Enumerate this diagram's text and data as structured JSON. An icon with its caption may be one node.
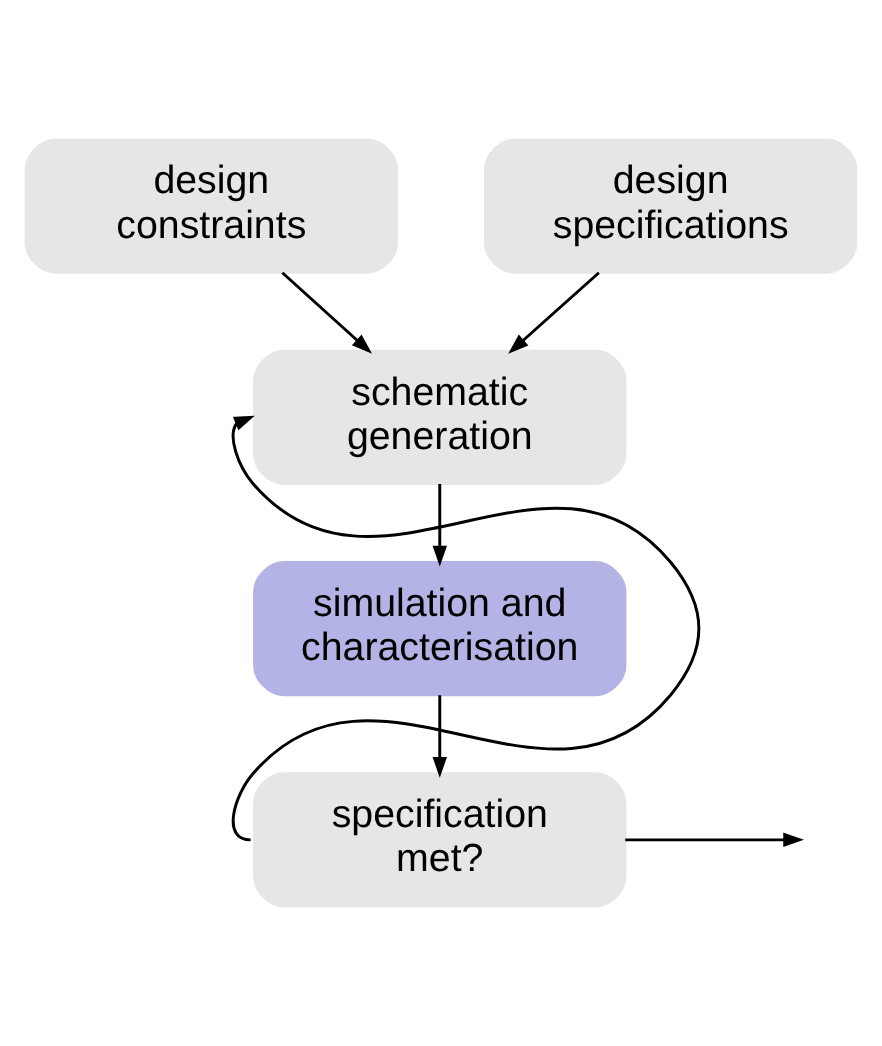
{
  "diagram": {
    "nodes": [
      {
        "text": [
          "design constraints"
        ]
      },
      {
        "text": [
          "design specifications"
        ]
      },
      {
        "text": [
          "schematic generation"
        ]
      },
      {
        "text": [
          "simulation and characterisation"
        ]
      },
      {
        "text": [
          "specification met?"
        ]
      }
    ],
    "edges": [
      {
        "from": 0,
        "to": 2,
        "arrow": "to"
      },
      {
        "from": 1,
        "to": 2,
        "arrow": "to"
      },
      {
        "from": 2,
        "to": 3,
        "arrow": "to"
      },
      {
        "from": 3,
        "to": 4,
        "arrow": "to"
      },
      {
        "from": 4,
        "to": 2,
        "arrow": "to"
      },
      {
        "from": 4,
        "to": null,
        "arrow": "to"
      }
    ]
  }
}
